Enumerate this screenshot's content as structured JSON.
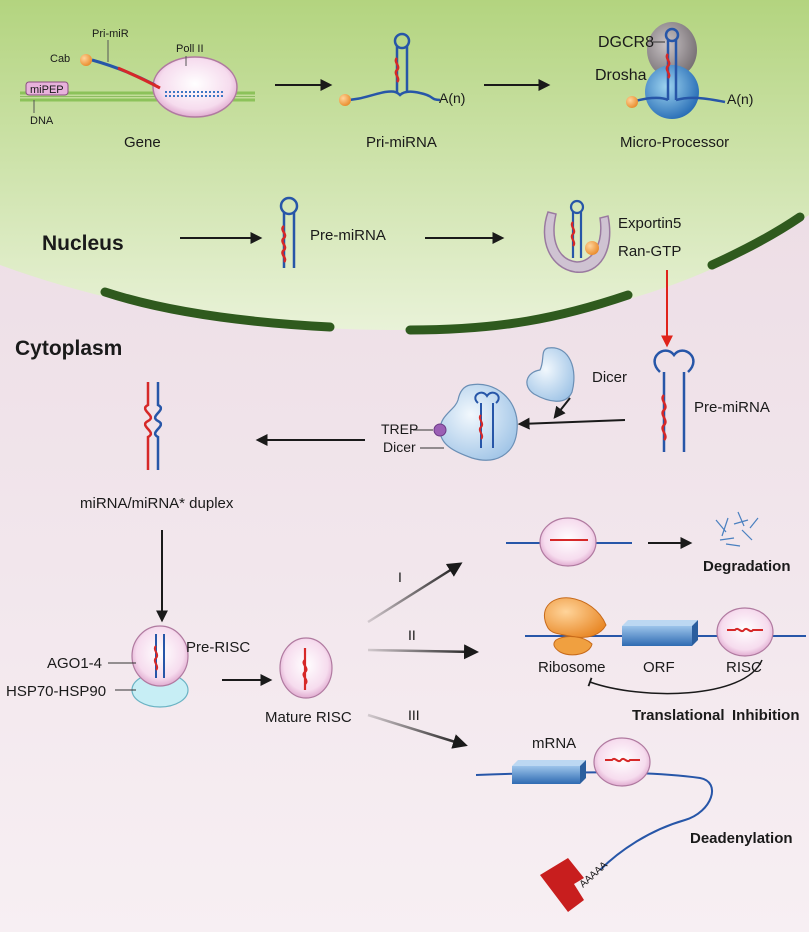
{
  "colors": {
    "nucleus_top": "#b9d98a",
    "nucleus_bottom": "#e6f0d2",
    "cytoplasm_top": "#ecdfe5",
    "cytoplasm_bottom": "#f6eef2",
    "membrane": "#2f5a1e",
    "rna_blue": "#2756a8",
    "rna_red": "#d62828",
    "red_arrow": "#e0231b",
    "pink_complex": "#e9b5d6",
    "light_blue": "#bcd6ee",
    "orange_cap": "#f0a050",
    "ribosome": "#f0a040",
    "orf_blue": "#4a86c8",
    "degrade_red": "#c81e1e"
  },
  "compartments": {
    "nucleus": "Nucleus",
    "cytoplasm": "Cytoplasm"
  },
  "gene": {
    "stage_label": "Gene",
    "cab": "Cab",
    "pri_mir": "Pri-miR",
    "pol2": "Poll II",
    "mipep": "miPEP",
    "dna": "DNA"
  },
  "pri_mirna": {
    "stage_label": "Pri-miRNA",
    "poly_a": "A(n)"
  },
  "microprocessor": {
    "stage_label": "Micro-Processor",
    "dgcr8": "DGCR8",
    "drosha": "Drosha",
    "poly_a": "A(n)"
  },
  "pre_mirna_nucleus": {
    "label": "Pre-miRNA"
  },
  "export": {
    "exportin5": "Exportin5",
    "ran_gtp": "Ran-GTP"
  },
  "dicer": {
    "free_label": "Dicer",
    "pre_mirna_label": "Pre-miRNA",
    "trep": "TREP",
    "bound_dicer": "Dicer"
  },
  "duplex": {
    "label": "miRNA/miRNA* duplex"
  },
  "risc": {
    "pre_risc": "Pre-RISC",
    "ago": "AGO1-4",
    "hsp": "HSP70-HSP90",
    "mature": "Mature RISC"
  },
  "pathways": {
    "roman_1": "I",
    "roman_2": "II",
    "roman_3": "III",
    "degradation": "Degradation",
    "ribosome": "Ribosome",
    "orf": "ORF",
    "risc": "RISC",
    "translational": "Translational",
    "inhibition": "Inhibition",
    "mrna": "mRNA",
    "deadenylation": "Deadenylation",
    "poly_a_tail": "AAAAA"
  }
}
